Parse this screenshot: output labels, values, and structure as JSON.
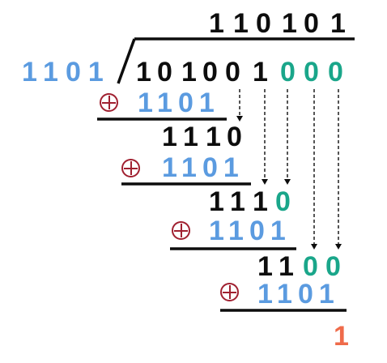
{
  "quotient": [
    "1",
    "1",
    "0",
    "1",
    "0",
    "1"
  ],
  "divisor": "1101",
  "dividend": {
    "data_bits": [
      "1",
      "0",
      "1",
      "0",
      "0",
      "1"
    ],
    "appended_zeros": [
      "0",
      "0",
      "0"
    ]
  },
  "steps": [
    {
      "xor_operand": "1101",
      "result": [
        "1",
        "1",
        "1",
        "0"
      ]
    },
    {
      "xor_operand": "1101",
      "result": [
        "1",
        "1",
        "1",
        "0"
      ]
    },
    {
      "xor_operand": "1101",
      "result": [
        "1",
        "1",
        "0",
        "0"
      ]
    },
    {
      "xor_operand": "1101"
    }
  ],
  "remainder": "1",
  "symbols": {
    "xor": "circled-plus-icon",
    "bring_down": "dashed-arrow-down-icon"
  },
  "colors": {
    "text": "#0d0d0d",
    "divisor_blue": "#5b9be0",
    "zero_green": "#1aa68a",
    "remainder_orange": "#ef6b4a",
    "xor_red": "#a02030"
  }
}
